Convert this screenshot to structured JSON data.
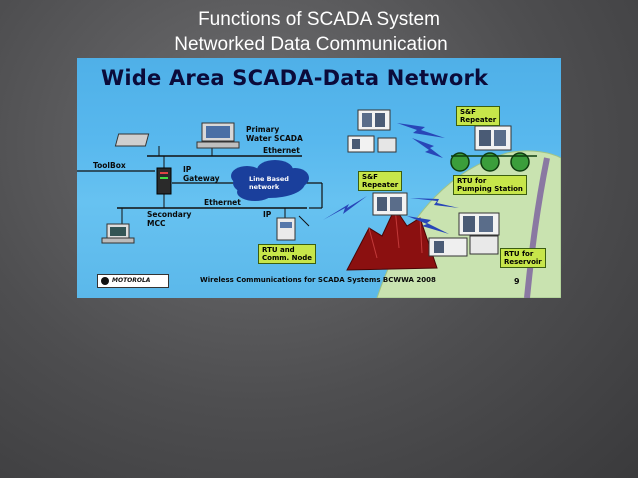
{
  "slide": {
    "title_line1": "Functions of SCADA System",
    "title_line2": "Networked Data Communication"
  },
  "diagram": {
    "heading": "Wide Area SCADA-Data Network",
    "labels": {
      "primary": "Primary\nWater SCADA",
      "ethernet_top": "Ethernet",
      "toolbox": "ToolBox",
      "ip_gateway": "IP\nGateway",
      "cloud": "Line Based\nnetwork",
      "ethernet_bottom": "Ethernet",
      "secondary": "Secondary\nMCC",
      "ip": "IP",
      "sf_repeater_top": "S&F\nRepeater",
      "sf_repeater_mid": "S&F\nRepeater",
      "rtu_pumping": "RTU for\nPumping Station",
      "rtu_comm": "RTU and\nComm. Node",
      "rtu_reservoir": "RTU for\nReservoir"
    },
    "footer": "Wireless Communications for SCADA Systems BCWWA 2008",
    "page_number": "9",
    "logo_text": "MOTOROLA",
    "colors": {
      "sky": "#58b8ee",
      "label_box": "#c7e64a",
      "cloud": "#1a3f9c",
      "mountain": "#8b1010",
      "hill": "#c9e3b0"
    }
  }
}
